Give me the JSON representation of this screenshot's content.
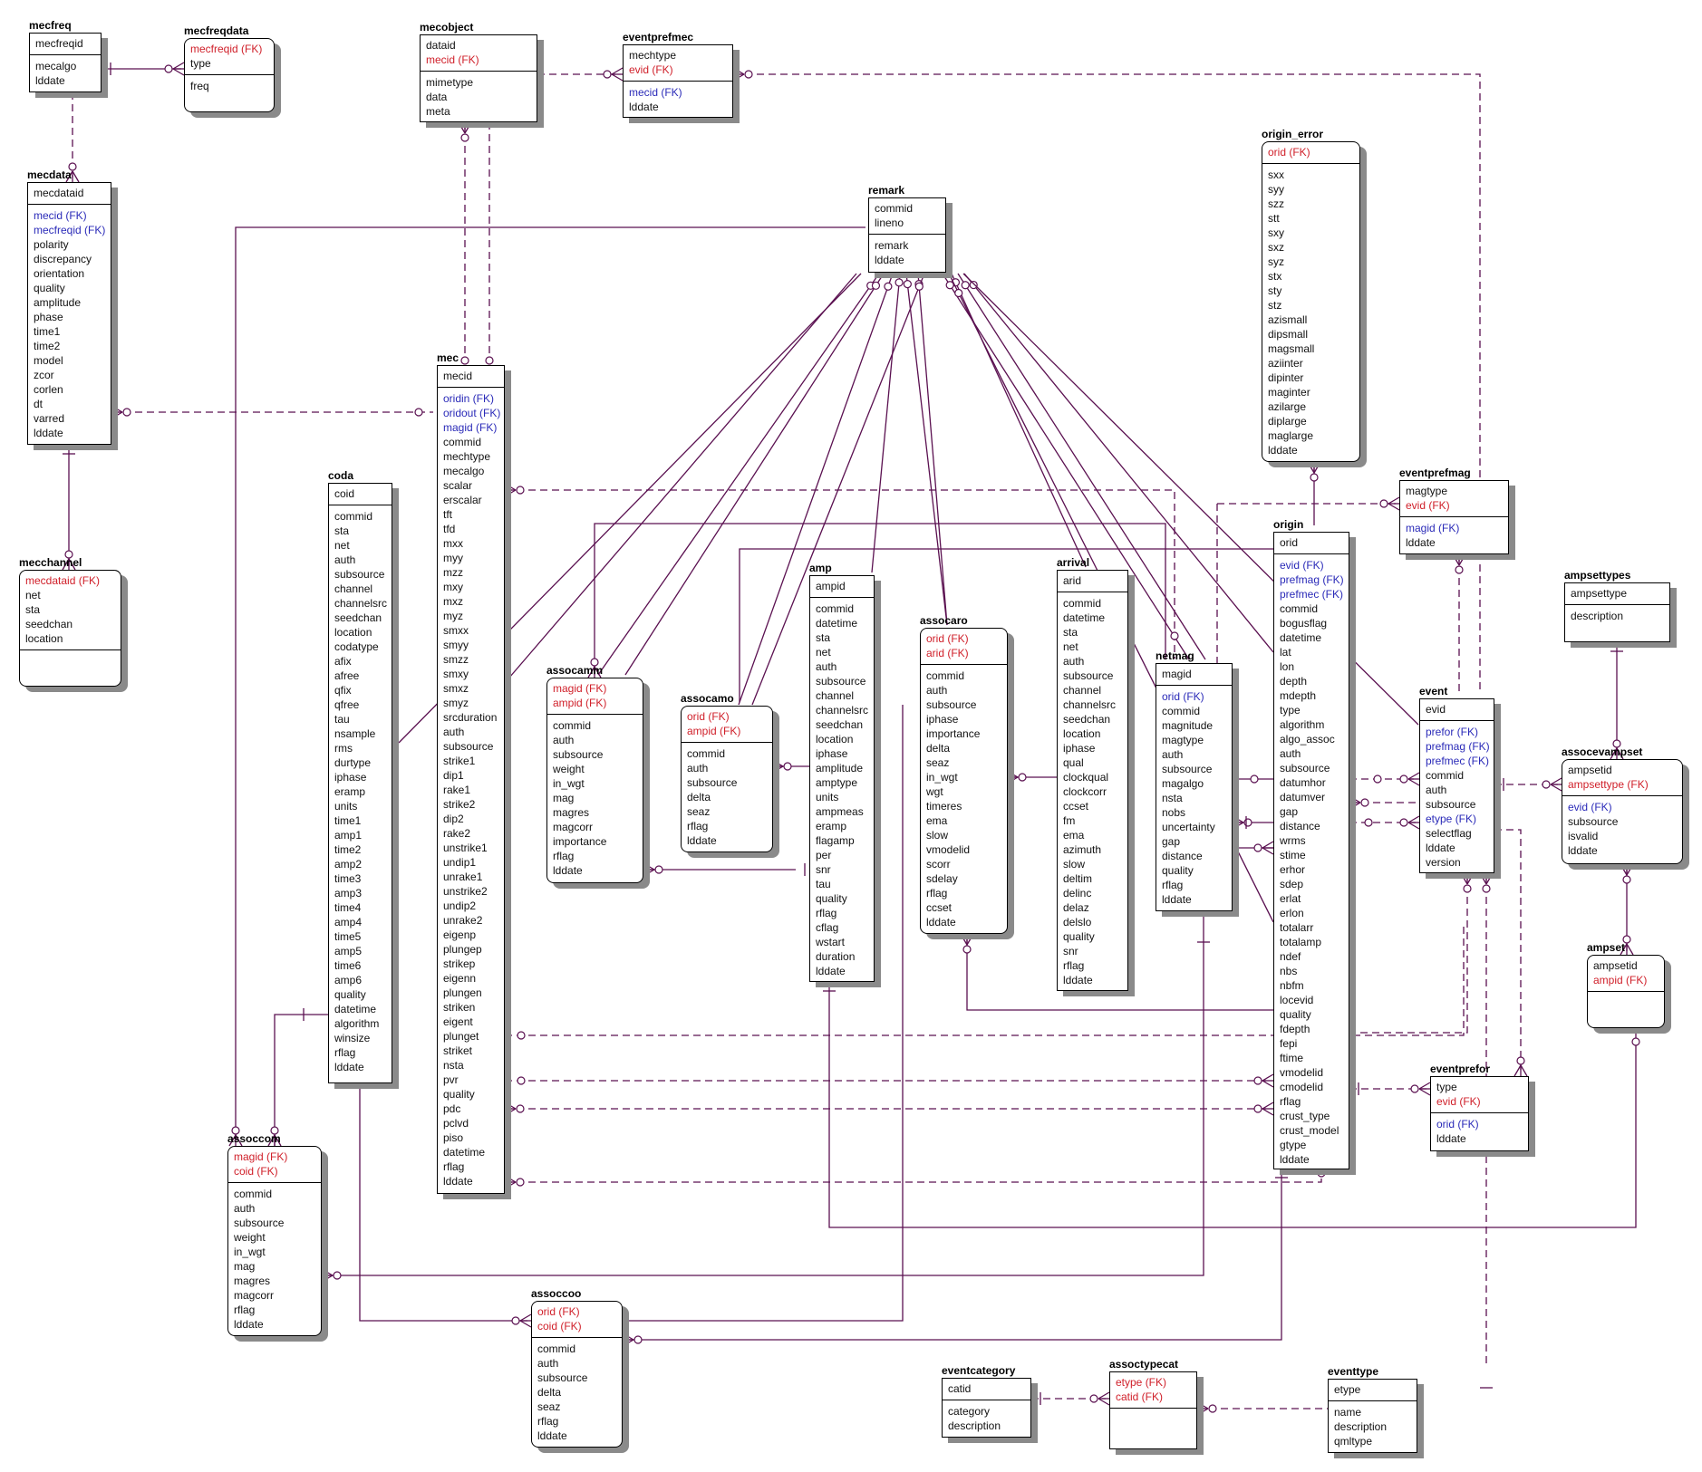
{
  "diagram_title": "",
  "colors": {
    "line": "#5a1050",
    "fk_key": "#d0202a",
    "fk_attr": "#2a2ab8",
    "text": "#111111"
  },
  "entities": {
    "mecfreq": {
      "name": "mecfreq",
      "key": [
        "mecfreqid"
      ],
      "attrs": [
        "mecalgo",
        "lddate"
      ]
    },
    "mecfreqdata": {
      "name": "mecfreqdata",
      "key": [
        "mecfreqid (FK)",
        "type"
      ],
      "attrs": [
        "freq"
      ]
    },
    "mecobject": {
      "name": "mecobject",
      "key": [
        "dataid",
        "mecid (FK)"
      ],
      "attrs": [
        "mimetype",
        "data",
        "meta"
      ]
    },
    "eventprefmec": {
      "name": "eventprefmec",
      "key": [
        "mechtype",
        "evid (FK)"
      ],
      "attrs": [
        "mecid (FK)",
        "lddate"
      ]
    },
    "mecdata": {
      "name": "mecdata",
      "key": [
        "mecdataid"
      ],
      "attrs": [
        "mecid (FK)",
        "mecfreqid (FK)",
        "polarity",
        "discrepancy",
        "orientation",
        "quality",
        "amplitude",
        "phase",
        "time1",
        "time2",
        "model",
        "zcor",
        "corlen",
        "dt",
        "varred",
        "lddate"
      ]
    },
    "mecchannel": {
      "name": "mecchannel",
      "key": [
        "mecdataid (FK)",
        "net",
        "sta",
        "seedchan",
        "location"
      ],
      "attrs": []
    },
    "remark": {
      "name": "remark",
      "key": [
        "commid",
        "lineno"
      ],
      "attrs": [
        "remark",
        "lddate"
      ]
    },
    "origin_error": {
      "name": "origin_error",
      "key": [
        "orid (FK)"
      ],
      "attrs": [
        "sxx",
        "syy",
        "szz",
        "stt",
        "sxy",
        "sxz",
        "syz",
        "stx",
        "sty",
        "stz",
        "azismall",
        "dipsmall",
        "magsmall",
        "aziinter",
        "dipinter",
        "maginter",
        "azilarge",
        "diplarge",
        "maglarge",
        "lddate"
      ]
    },
    "mec": {
      "name": "mec",
      "key": [
        "mecid"
      ],
      "attrs": [
        "oridin (FK)",
        "oridout (FK)",
        "magid (FK)",
        "commid",
        "mechtype",
        "mecalgo",
        "scalar",
        "erscalar",
        "tft",
        "tfd",
        "mxx",
        "myy",
        "mzz",
        "mxy",
        "mxz",
        "myz",
        "smxx",
        "smyy",
        "smzz",
        "smxy",
        "smxz",
        "smyz",
        "srcduration",
        "auth",
        "subsource",
        "strike1",
        "dip1",
        "rake1",
        "strike2",
        "dip2",
        "rake2",
        "unstrike1",
        "undip1",
        "unrake1",
        "unstrike2",
        "undip2",
        "unrake2",
        "eigenp",
        "plungep",
        "strikep",
        "eigenn",
        "plungen",
        "striken",
        "eigent",
        "plunget",
        "striket",
        "nsta",
        "pvr",
        "quality",
        "pdc",
        "pclvd",
        "piso",
        "datetime",
        "rflag",
        "lddate"
      ]
    },
    "coda": {
      "name": "coda",
      "key": [
        "coid"
      ],
      "attrs": [
        "commid",
        "sta",
        "net",
        "auth",
        "subsource",
        "channel",
        "channelsrc",
        "seedchan",
        "location",
        "codatype",
        "afix",
        "afree",
        "qfix",
        "qfree",
        "tau",
        "nsample",
        "rms",
        "durtype",
        "iphase",
        "eramp",
        "units",
        "time1",
        "amp1",
        "time2",
        "amp2",
        "time3",
        "amp3",
        "time4",
        "amp4",
        "time5",
        "amp5",
        "time6",
        "amp6",
        "quality",
        "datetime",
        "algorithm",
        "winsize",
        "rflag",
        "lddate"
      ]
    },
    "assocamm": {
      "name": "assocamm",
      "key": [
        "magid (FK)",
        "ampid (FK)"
      ],
      "attrs": [
        "commid",
        "auth",
        "subsource",
        "weight",
        "in_wgt",
        "mag",
        "magres",
        "magcorr",
        "importance",
        "rflag",
        "lddate"
      ]
    },
    "assocamo": {
      "name": "assocamo",
      "key": [
        "orid (FK)",
        "ampid (FK)"
      ],
      "attrs": [
        "commid",
        "auth",
        "subsource",
        "delta",
        "seaz",
        "rflag",
        "lddate"
      ]
    },
    "amp": {
      "name": "amp",
      "key": [
        "ampid"
      ],
      "attrs": [
        "commid",
        "datetime",
        "sta",
        "net",
        "auth",
        "subsource",
        "channel",
        "channelsrc",
        "seedchan",
        "location",
        "iphase",
        "amplitude",
        "amptype",
        "units",
        "ampmeas",
        "eramp",
        "flagamp",
        "per",
        "snr",
        "tau",
        "quality",
        "rflag",
        "cflag",
        "wstart",
        "duration",
        "lddate"
      ]
    },
    "assocaro": {
      "name": "assocaro",
      "key": [
        "orid (FK)",
        "arid (FK)"
      ],
      "attrs": [
        "commid",
        "auth",
        "subsource",
        "iphase",
        "importance",
        "delta",
        "seaz",
        "in_wgt",
        "wgt",
        "timeres",
        "ema",
        "slow",
        "vmodelid",
        "scorr",
        "sdelay",
        "rflag",
        "ccset",
        "lddate"
      ]
    },
    "arrival": {
      "name": "arrival",
      "key": [
        "arid"
      ],
      "attrs": [
        "commid",
        "datetime",
        "sta",
        "net",
        "auth",
        "subsource",
        "channel",
        "channelsrc",
        "seedchan",
        "location",
        "iphase",
        "qual",
        "clockqual",
        "clockcorr",
        "ccset",
        "fm",
        "ema",
        "azimuth",
        "slow",
        "deltim",
        "delinc",
        "delaz",
        "delslo",
        "quality",
        "snr",
        "rflag",
        "lddate"
      ]
    },
    "netmag": {
      "name": "netmag",
      "key": [
        "magid"
      ],
      "attrs": [
        "orid (FK)",
        "commid",
        "magnitude",
        "magtype",
        "auth",
        "subsource",
        "magalgo",
        "nsta",
        "nobs",
        "uncertainty",
        "gap",
        "distance",
        "quality",
        "rflag",
        "lddate"
      ]
    },
    "origin": {
      "name": "origin",
      "key": [
        "orid"
      ],
      "attrs": [
        "evid (FK)",
        "prefmag (FK)",
        "prefmec (FK)",
        "commid",
        "bogusflag",
        "datetime",
        "lat",
        "lon",
        "depth",
        "mdepth",
        "type",
        "algorithm",
        "algo_assoc",
        "auth",
        "subsource",
        "datumhor",
        "datumver",
        "gap",
        "distance",
        "wrms",
        "stime",
        "erhor",
        "sdep",
        "erlat",
        "erlon",
        "totalarr",
        "totalamp",
        "ndef",
        "nbs",
        "nbfm",
        "locevid",
        "quality",
        "fdepth",
        "fepi",
        "ftime",
        "vmodelid",
        "cmodelid",
        "rflag",
        "crust_type",
        "crust_model",
        "gtype",
        "lddate"
      ]
    },
    "eventprefmag": {
      "name": "eventprefmag",
      "key": [
        "magtype",
        "evid (FK)"
      ],
      "attrs": [
        "magid (FK)",
        "lddate"
      ]
    },
    "ampsettypes": {
      "name": "ampsettypes",
      "key": [
        "ampsettype"
      ],
      "attrs": [
        "description"
      ]
    },
    "event": {
      "name": "event",
      "key": [
        "evid"
      ],
      "attrs": [
        "prefor (FK)",
        "prefmag (FK)",
        "prefmec (FK)",
        "commid",
        "auth",
        "subsource",
        "etype (FK)",
        "selectflag",
        "lddate",
        "version"
      ]
    },
    "assocevampset": {
      "name": "assocevampset",
      "key": [
        "ampsetid",
        "ampsettype (FK)"
      ],
      "attrs": [
        "evid (FK)",
        "subsource",
        "isvalid",
        "lddate"
      ]
    },
    "ampset": {
      "name": "ampset",
      "key": [
        "ampsetid",
        "ampid (FK)"
      ],
      "attrs": []
    },
    "eventprefor": {
      "name": "eventprefor",
      "key": [
        "type",
        "evid (FK)"
      ],
      "attrs": [
        "orid (FK)",
        "lddate"
      ]
    },
    "assoccom": {
      "name": "assoccom",
      "key": [
        "magid (FK)",
        "coid (FK)"
      ],
      "attrs": [
        "commid",
        "auth",
        "subsource",
        "weight",
        "in_wgt",
        "mag",
        "magres",
        "magcorr",
        "rflag",
        "lddate"
      ]
    },
    "assoccoo": {
      "name": "assoccoo",
      "key": [
        "orid (FK)",
        "coid (FK)"
      ],
      "attrs": [
        "commid",
        "auth",
        "subsource",
        "delta",
        "seaz",
        "rflag",
        "lddate"
      ]
    },
    "eventcategory": {
      "name": "eventcategory",
      "key": [
        "catid"
      ],
      "attrs": [
        "category",
        "description"
      ]
    },
    "assoctypecat": {
      "name": "assoctypecat",
      "key": [
        "etype (FK)",
        "catid (FK)"
      ],
      "attrs": []
    },
    "eventtype": {
      "name": "eventtype",
      "key": [
        "etype"
      ],
      "attrs": [
        "name",
        "description",
        "qmltype"
      ]
    }
  }
}
